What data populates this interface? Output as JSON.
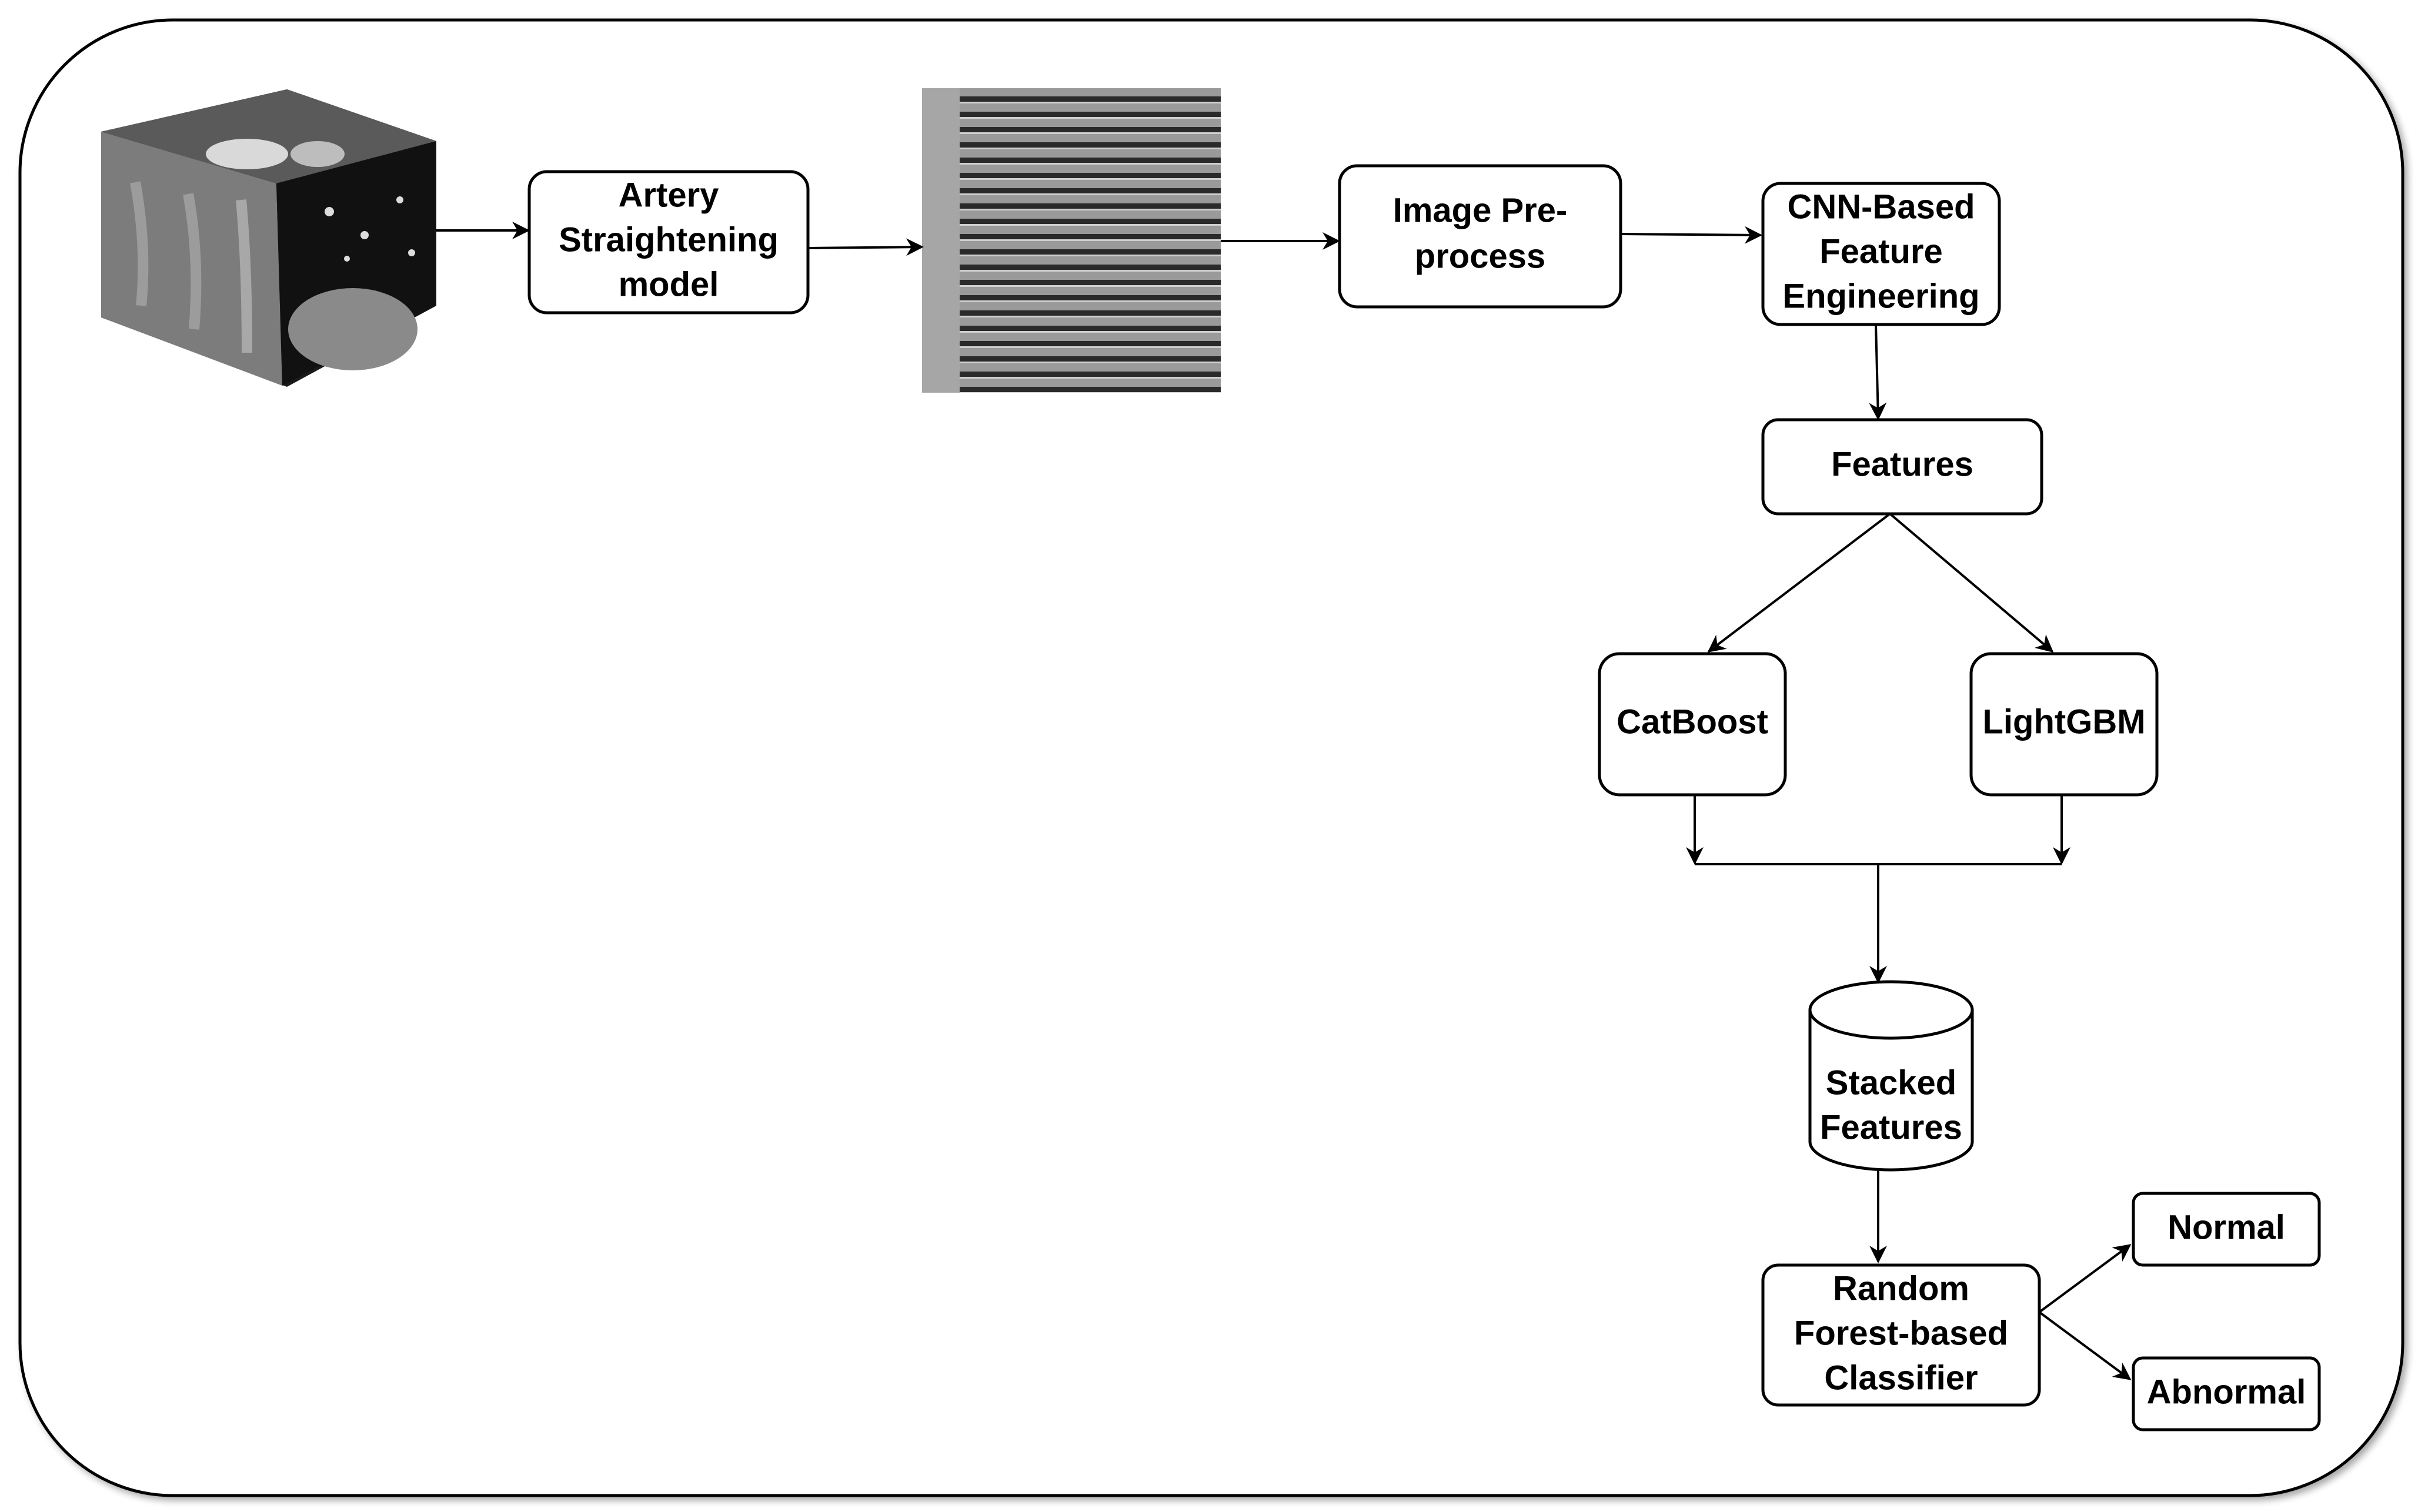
{
  "diagram": {
    "nodes": {
      "artery": {
        "lines": [
          "Artery",
          "Straightening",
          "model"
        ]
      },
      "preprocess": {
        "lines": [
          "Image Pre-",
          "process"
        ]
      },
      "cnn": {
        "lines": [
          "CNN-Based",
          "Feature",
          "Engineering"
        ]
      },
      "features": {
        "lines": [
          "Features"
        ]
      },
      "catboost": {
        "lines": [
          "CatBoost"
        ]
      },
      "lightgbm": {
        "lines": [
          "LightGBM"
        ]
      },
      "stacked": {
        "lines": [
          "Stacked",
          "Features"
        ]
      },
      "rf": {
        "lines": [
          "Random",
          "Forest-based",
          "Classifier"
        ]
      },
      "normal": {
        "lines": [
          "Normal"
        ]
      },
      "abnormal": {
        "lines": [
          "Abnormal"
        ]
      }
    },
    "images": {
      "ct_volume": "ct-volume-cube",
      "straightened_slices": "straightened-artery-slices"
    },
    "colors": {
      "stroke": "#000000",
      "background": "#ffffff",
      "ct_dark": "#111111",
      "ct_gray": "#7a7a7a",
      "slice_gray": "#8c8c8c"
    }
  }
}
